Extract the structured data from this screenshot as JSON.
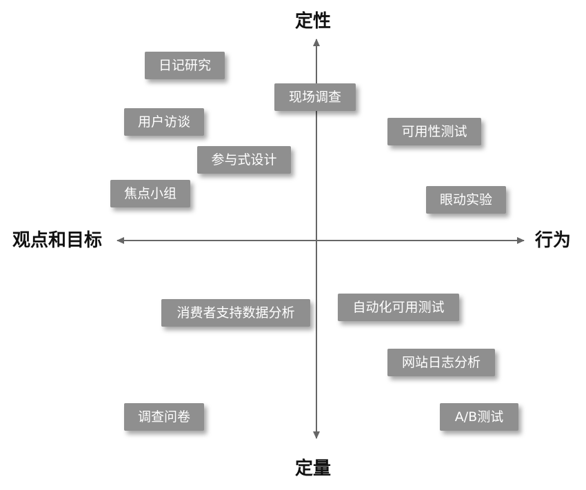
{
  "axes": {
    "top": "定性",
    "bottom": "定量",
    "left": "观点和目标",
    "right": "行为",
    "color": "#666666"
  },
  "box_color": "#8f8f8f",
  "methods": [
    {
      "label": "日记研究"
    },
    {
      "label": "现场调查"
    },
    {
      "label": "用户访谈"
    },
    {
      "label": "可用性测试"
    },
    {
      "label": "参与式设计"
    },
    {
      "label": "焦点小组"
    },
    {
      "label": "眼动实验"
    },
    {
      "label": "消费者支持数据分析"
    },
    {
      "label": "自动化可用测试"
    },
    {
      "label": "网站日志分析"
    },
    {
      "label": "调查问卷"
    },
    {
      "label": "A/B测试"
    }
  ]
}
